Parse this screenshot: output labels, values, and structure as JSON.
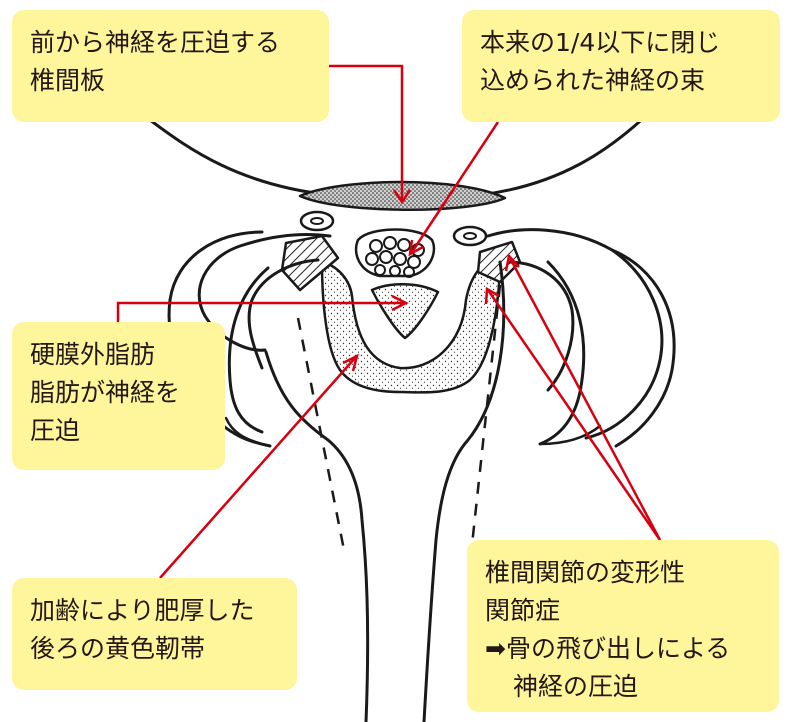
{
  "callouts": {
    "disc": {
      "lines": [
        "前から神経を圧迫する",
        "椎間板"
      ]
    },
    "nerve_bundle": {
      "lines": [
        "本来の1/4以下に閉じ",
        "込められた神経の束"
      ]
    },
    "epidural_fat": {
      "lines": [
        "硬膜外脂肪",
        "脂肪が神経を",
        "圧迫"
      ]
    },
    "ligament": {
      "lines": [
        "加齢により肥厚した",
        "後ろの黄色靭帯"
      ]
    },
    "facet_joint": {
      "lines": [
        "椎間関節の変形性",
        "関節症",
        "➡骨の飛び出しによる",
        "神経の圧迫"
      ]
    }
  },
  "colors": {
    "callout_fill": "#fff59b",
    "leader_line": "#d7000f",
    "drawing_ink": "#1a1a1a",
    "text": "#231815"
  }
}
